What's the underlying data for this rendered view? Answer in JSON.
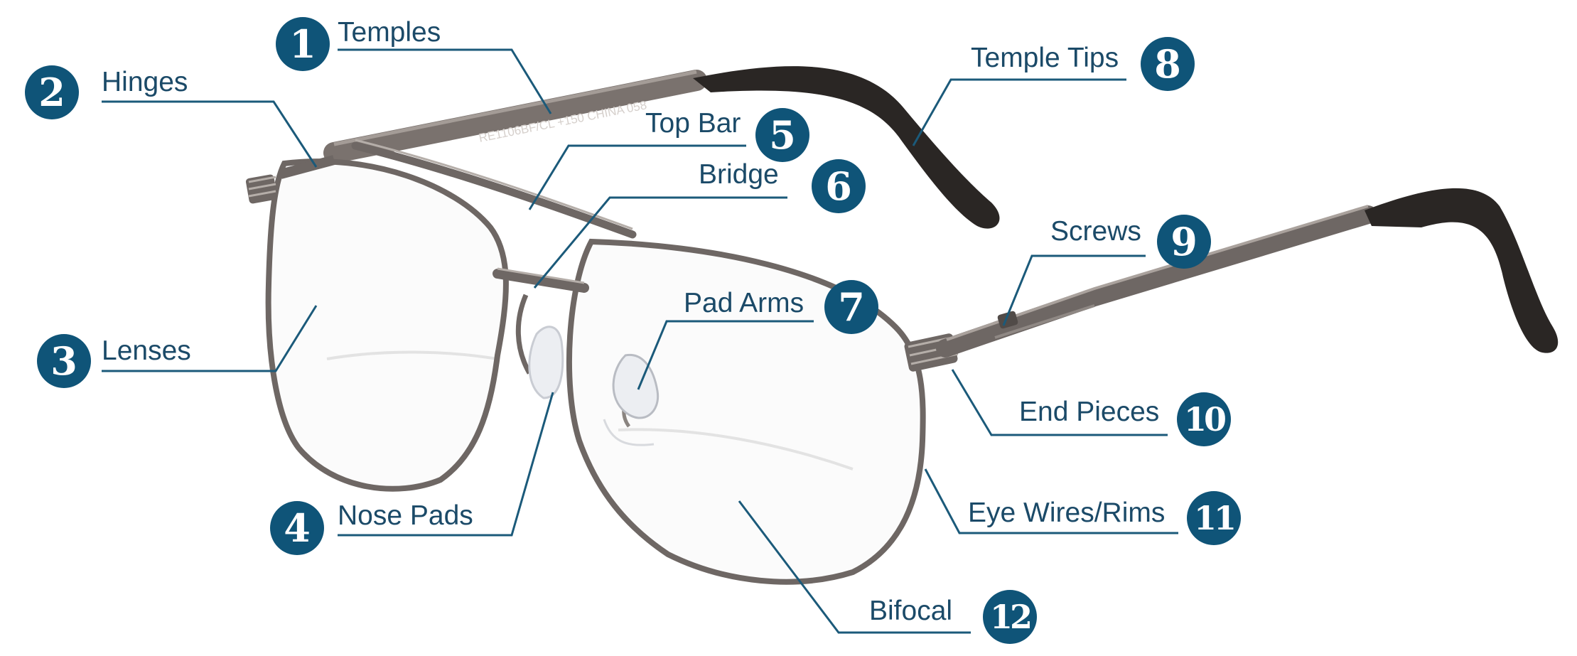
{
  "diagram": {
    "callouts": [
      {
        "number": "1",
        "label": "Temples"
      },
      {
        "number": "2",
        "label": "Hinges"
      },
      {
        "number": "3",
        "label": "Lenses"
      },
      {
        "number": "4",
        "label": "Nose Pads"
      },
      {
        "number": "5",
        "label": "Top Bar"
      },
      {
        "number": "6",
        "label": "Bridge"
      },
      {
        "number": "7",
        "label": "Pad Arms"
      },
      {
        "number": "8",
        "label": "Temple Tips"
      },
      {
        "number": "9",
        "label": "Screws"
      },
      {
        "number": "10",
        "label": "End Pieces"
      },
      {
        "number": "11",
        "label": "Eye Wires/Rims"
      },
      {
        "number": "12",
        "label": "Bifocal"
      }
    ],
    "temple_imprint": "RE1106BF/CL  +150  CHINA  058",
    "colors": {
      "accent": "#0f5478",
      "label_text": "#1b4a68",
      "leader_line": "#1b5a7a",
      "frame_metal": "#6e6764",
      "temple_tip": "#2a2624"
    }
  }
}
